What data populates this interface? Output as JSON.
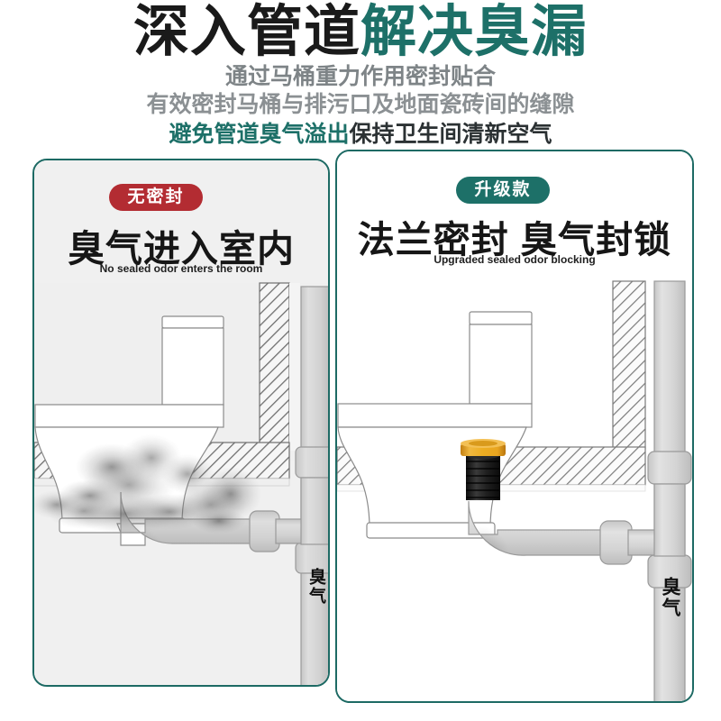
{
  "header": {
    "title_part1": "深入管道",
    "title_part2": "解决臭漏",
    "subtitle1": "通过马桶重力作用密封贴合",
    "subtitle2": "有效密封马桶与排污口及地面瓷砖间的缝隙",
    "subtitle3_teal": "避免管道臭气溢出",
    "subtitle3_dark": "保持卫生间清新空气"
  },
  "colors": {
    "teal": "#1d7068",
    "teal_border": "#1d6a64",
    "red": "#b32c32",
    "panel_left_bg": "#f0f0f0",
    "panel_right_bg": "#ffffff",
    "seal_gold": "#e9a520",
    "seal_black": "#1c1c1c",
    "pipe_gray": "#d4d4d4",
    "title_dark": "#1a1a1a",
    "subtitle_gray": "#7e8487"
  },
  "panels": [
    {
      "id": "left",
      "badge": "无密封",
      "badge_style": "red",
      "title": "臭气进入室内",
      "subtitle": "No sealed odor enters the room",
      "pipe_label": "臭气",
      "has_seal": false,
      "smoke_escapes": true
    },
    {
      "id": "right",
      "badge": "升级款",
      "badge_style": "teal",
      "title": "法兰密封 臭气封锁",
      "subtitle": "Upgraded sealed odor blocking",
      "pipe_label": "臭气",
      "has_seal": true,
      "smoke_escapes": false
    }
  ]
}
